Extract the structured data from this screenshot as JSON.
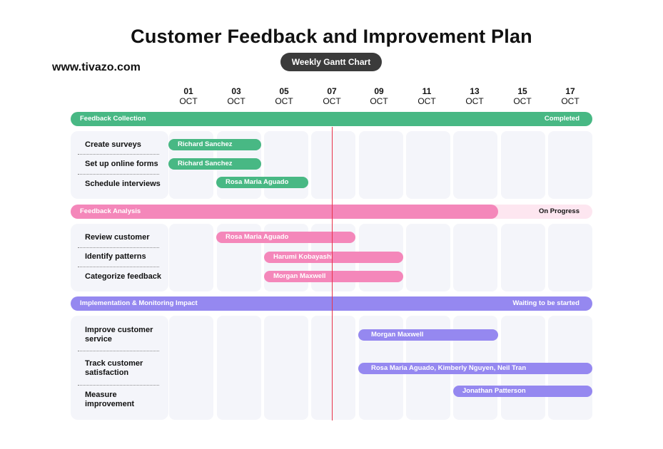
{
  "title": "Customer Feedback and Improvement Plan",
  "subtitle": "Weekly Gantt Chart",
  "website": "www.tivazo.com",
  "dates": [
    {
      "day": "01",
      "month": "OCT"
    },
    {
      "day": "03",
      "month": "OCT"
    },
    {
      "day": "05",
      "month": "OCT"
    },
    {
      "day": "07",
      "month": "OCT"
    },
    {
      "day": "09",
      "month": "OCT"
    },
    {
      "day": "11",
      "month": "OCT"
    },
    {
      "day": "13",
      "month": "OCT"
    },
    {
      "day": "15",
      "month": "OCT"
    },
    {
      "day": "17",
      "month": "OCT"
    }
  ],
  "groups": [
    {
      "name": "Feedback Collection",
      "status": "Completed",
      "color": "#48b884",
      "progress": 1.0,
      "tasks": [
        {
          "name": "Create surveys",
          "assignee": "Richard Sanchez"
        },
        {
          "name": "Set up online forms",
          "assignee": "Richard Sanchez"
        },
        {
          "name": "Schedule interviews",
          "assignee": "Rosa Maria Aguado"
        }
      ]
    },
    {
      "name": "Feedback Analysis",
      "status": "On Progress",
      "color": "#f487ba",
      "track_color": "#fde6f0",
      "progress": 0.82,
      "tasks": [
        {
          "name": "Review customer",
          "assignee": "Rosa Maria Aguado"
        },
        {
          "name": "Identify patterns",
          "assignee": "Harumi Kobayashi"
        },
        {
          "name": "Categorize feedback",
          "assignee": "Morgan Maxwell"
        }
      ]
    },
    {
      "name": "Implementation & Monitoring Impact",
      "status": "Waiting to be started",
      "color": "#9588f0",
      "progress": 1.0,
      "tasks": [
        {
          "name": "Improve customer service",
          "assignee": "Morgan Maxwell"
        },
        {
          "name": "Track customer satisfaction",
          "assignee": "Rosa Maria Aguado, Kimberly Nguyen, Neil Tran"
        },
        {
          "name": "Measure improvement",
          "assignee": "Jonathan Patterson"
        }
      ]
    }
  ],
  "today_marker_color": "#e8334a"
}
